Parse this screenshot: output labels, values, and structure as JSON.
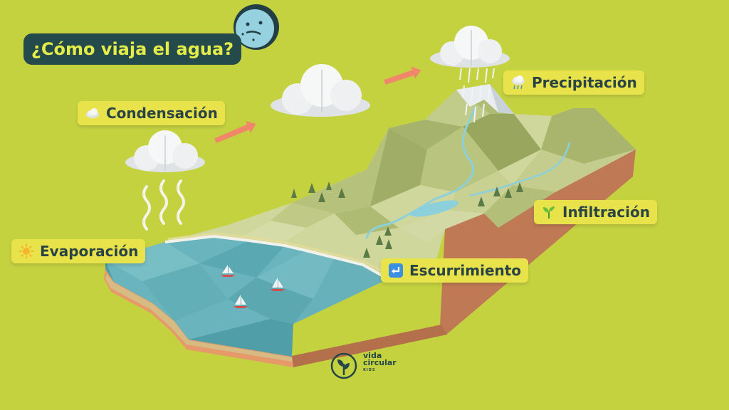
{
  "title": "¿Cómo viaja el agua?",
  "labels": {
    "precipitacion": "Precipitación",
    "condensacion": "Condensación",
    "evaporacion": "Evaporación",
    "infiltracion": "Infiltración",
    "escurrimiento": "Escurrimiento"
  },
  "logo": {
    "line1": "vida",
    "line2": "circular",
    "line3": "KIDS"
  },
  "colors": {
    "background": "#c5d240",
    "title_bg": "#254a4c",
    "title_text": "#e4ec48",
    "label_bg": "#e9e34b",
    "label_text": "#2a4446",
    "water": "#6ab5bd",
    "terrain": "#cfd79c",
    "soil": "#bf7a55"
  },
  "icons": [
    "sun-icon",
    "cloud-icon",
    "rain-cloud-icon",
    "seedling-icon",
    "return-arrow-icon"
  ]
}
